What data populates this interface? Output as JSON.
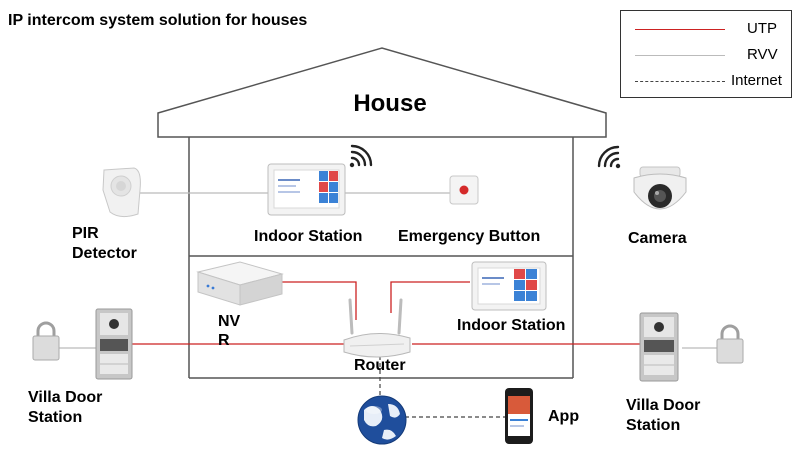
{
  "title": "IP intercom  system solution for houses",
  "house_label": "House",
  "legend": {
    "items": [
      {
        "label": "UTP",
        "color": "#cc2222",
        "style": "solid"
      },
      {
        "label": "RVV",
        "color": "#bbbbbb",
        "style": "solid"
      },
      {
        "label": "Internet",
        "color": "#444444",
        "style": "dashed"
      }
    ]
  },
  "devices": {
    "pir_detector": "PIR\nDetector",
    "indoor_station_top": "Indoor Station",
    "emergency_button": "Emergency Button",
    "camera": "Camera",
    "nvr": "NV\nR",
    "indoor_station_bottom": "Indoor Station",
    "router": "Router",
    "villa_door_left": "Villa Door\nStation",
    "villa_door_right": "Villa Door\nStation",
    "app": "App"
  },
  "colors": {
    "utp": "#cc2222",
    "rvv": "#bbbbbb",
    "internet": "#444444",
    "house_outline": "#555555"
  }
}
